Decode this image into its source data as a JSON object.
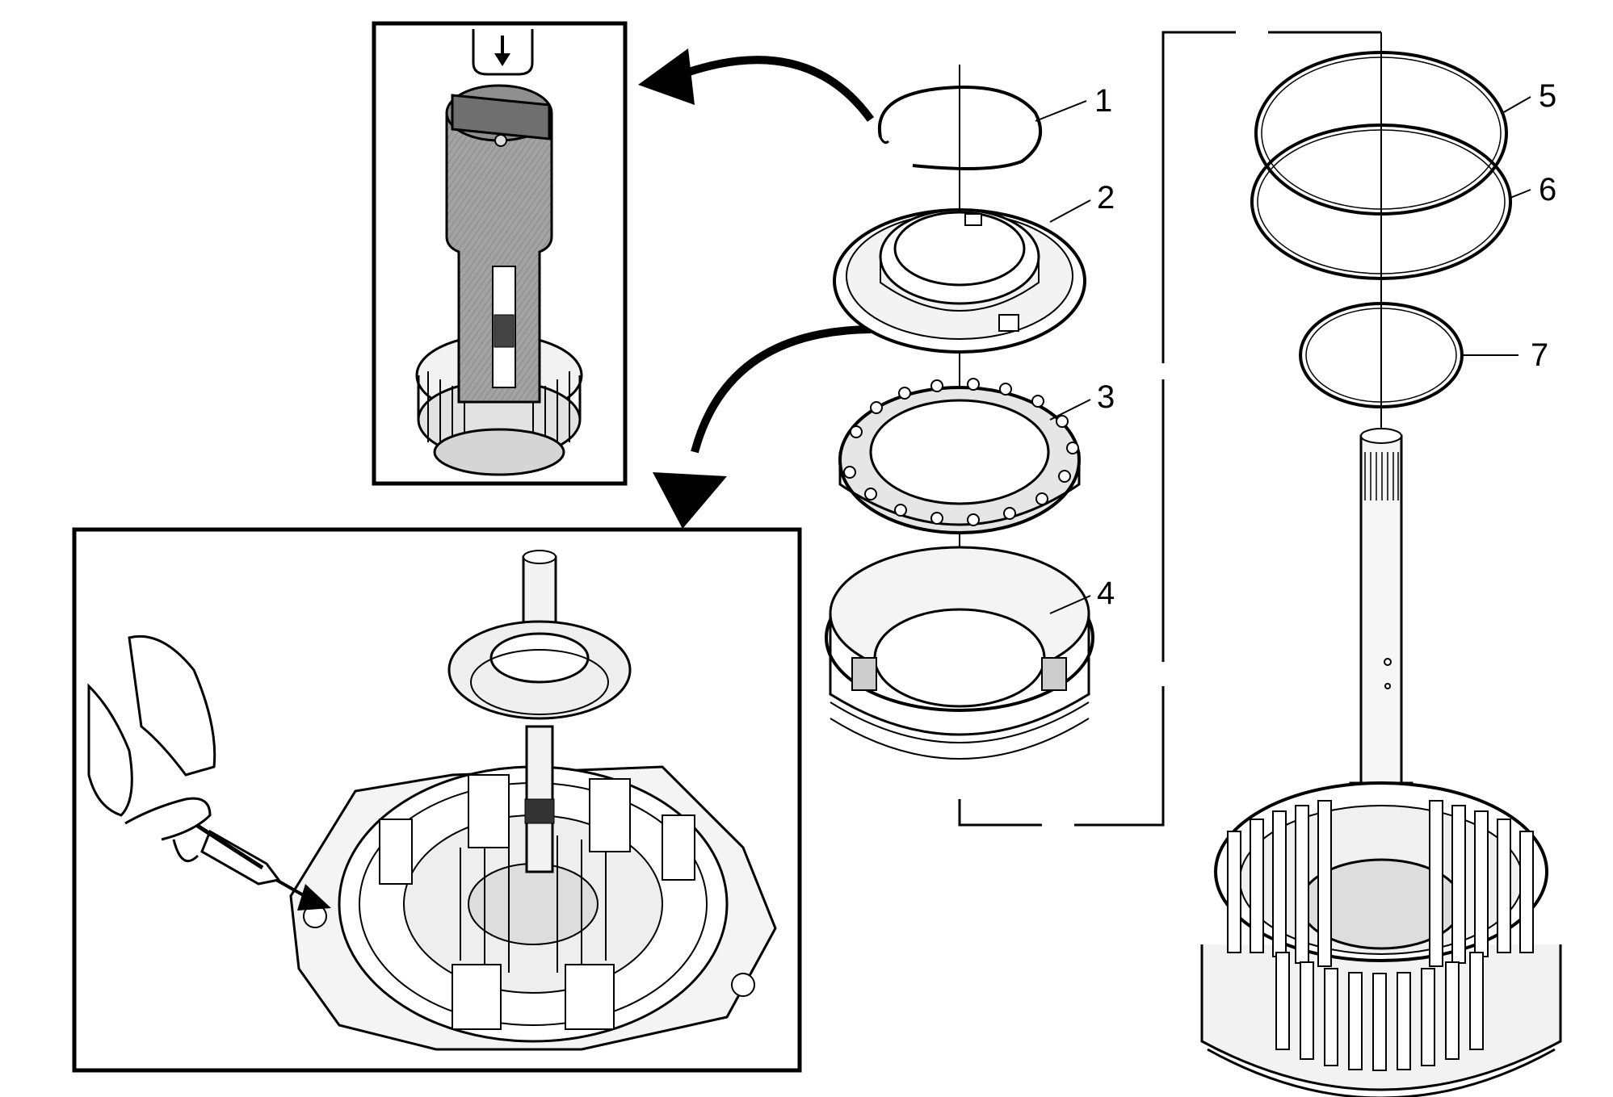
{
  "diagram": {
    "type": "exploded-assembly-illustration",
    "callouts": [
      {
        "id": "1",
        "label": "1"
      },
      {
        "id": "2",
        "label": "2"
      },
      {
        "id": "3",
        "label": "3"
      },
      {
        "id": "4",
        "label": "4"
      },
      {
        "id": "5",
        "label": "5"
      },
      {
        "id": "6",
        "label": "6"
      },
      {
        "id": "7",
        "label": "7"
      }
    ],
    "colors": {
      "line": "#000000",
      "background": "#ffffff",
      "tool_fill": "#9a9a9a",
      "part_fill": "#e8e8e8",
      "shade": "#bdbdbd"
    },
    "icons": {
      "inset_top": "press-tool-icon",
      "inset_bottom": "air-nozzle-icon",
      "arrow_top": "curved-arrow-icon",
      "arrow_down": "curved-arrow-down-icon",
      "tool_badge": "down-arrow-badge-icon"
    }
  }
}
